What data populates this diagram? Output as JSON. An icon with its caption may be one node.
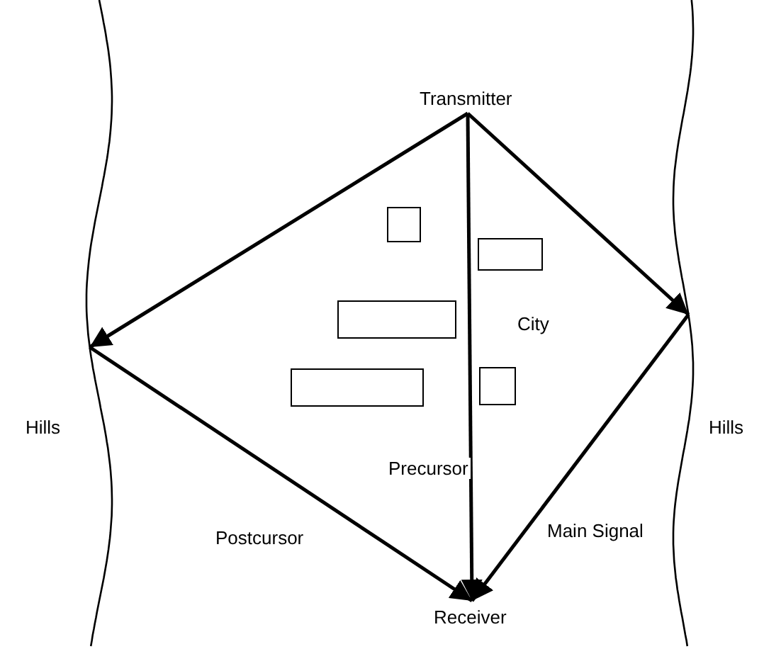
{
  "diagram": {
    "nodes": [
      {
        "text": [
          "Transmitter"
        ]
      },
      {
        "text": [
          "Receiver"
        ]
      },
      {
        "text": [],
        "shape": "hill",
        "beside": [
          "Hills"
        ]
      },
      {
        "text": [],
        "shape": "hill",
        "beside": [
          "Hills"
        ]
      },
      {
        "text": [],
        "shape": "box"
      },
      {
        "text": [],
        "shape": "box"
      },
      {
        "text": [],
        "shape": "box"
      },
      {
        "text": [],
        "shape": "box"
      },
      {
        "text": [],
        "shape": "box"
      }
    ],
    "edges": [
      {
        "from": 0,
        "to": 2,
        "arrow": "to"
      },
      {
        "from": 0,
        "to": 3,
        "arrow": "to"
      },
      {
        "from": 0,
        "to": 1,
        "arrow": "to",
        "label": "Precursor"
      },
      {
        "from": 2,
        "to": 1,
        "arrow": "to",
        "label": "Postcursor"
      },
      {
        "from": 3,
        "to": 1,
        "arrow": "to",
        "label": "Main Signal"
      }
    ],
    "labels": [
      "City"
    ]
  }
}
